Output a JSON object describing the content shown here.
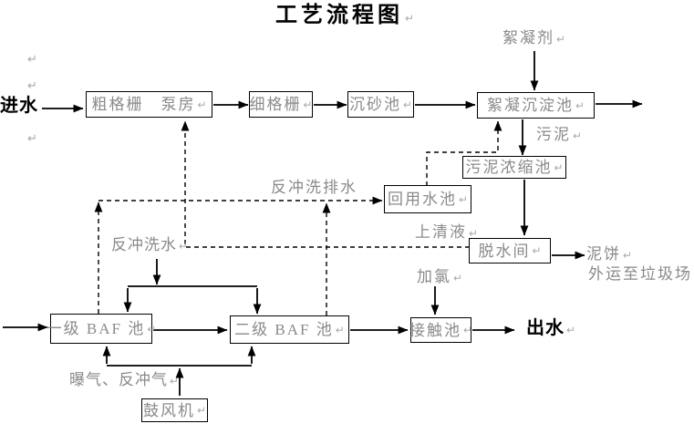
{
  "title": "工艺流程图",
  "return_mark": "↵",
  "colors": {
    "line": "#000000",
    "box_border": "#000000",
    "box_text": "#8a8a8a",
    "flow_label_text": "#8a8a8a",
    "strong_text": "#000000",
    "format_mark": "#aaaaaa"
  },
  "nodes": {
    "coarse_screen_pump_house": "粗格栅　泵房",
    "fine_screen": "细格栅",
    "grit_chamber": "沉砂池",
    "flocculation_sedimentation_tank": "絮凝沉淀池",
    "sludge_thickening_tank": "污泥浓缩池",
    "reuse_water_tank": "回用水池",
    "dewatering_room": "脱水间",
    "baf_stage_1": "一级 BAF 池",
    "baf_stage_2": "二级 BAF 池",
    "contact_tank": "接触池",
    "blower": "鼓风机"
  },
  "labels": {
    "influent": "进水",
    "effluent": "出水",
    "flocculant": "絮凝剂",
    "sludge": "污泥",
    "backwash_drain": "反冲洗排水",
    "supernatant": "上清液",
    "backwash_water": "反冲洗水",
    "mud_cake": "泥饼",
    "landfill": "外运至垃圾场",
    "chlorination": "加氯",
    "aeration_backwash_air": "曝气、反冲气"
  },
  "edges": [
    {
      "from": "进水",
      "to": "粗格栅 泵房",
      "style": "solid"
    },
    {
      "from": "粗格栅 泵房",
      "to": "细格栅",
      "style": "solid"
    },
    {
      "from": "细格栅",
      "to": "沉砂池",
      "style": "solid"
    },
    {
      "from": "沉砂池",
      "to": "絮凝沉淀池",
      "style": "solid"
    },
    {
      "from": "絮凝沉淀池",
      "to": "出流(右侧)",
      "style": "solid"
    },
    {
      "from": "絮凝剂",
      "to": "絮凝沉淀池",
      "style": "solid"
    },
    {
      "from": "絮凝沉淀池",
      "to": "污泥浓缩池",
      "label": "污泥",
      "style": "solid"
    },
    {
      "from": "污泥浓缩池",
      "to": "脱水间",
      "style": "solid"
    },
    {
      "from": "脱水间",
      "to": "泥饼 外运至垃圾场",
      "style": "solid"
    },
    {
      "from": "脱水间",
      "to": "粗格栅 泵房",
      "label": "上清液 / 反冲洗水",
      "style": "dashed"
    },
    {
      "from": "反冲洗水",
      "to": "一级 BAF 池 / 二级 BAF 池",
      "style": "solid"
    },
    {
      "from": "一级 BAF 池",
      "to": "回用水池",
      "label": "反冲洗排水",
      "style": "dashed"
    },
    {
      "from": "二级 BAF 池",
      "to": "回用水池",
      "label": "反冲洗排水",
      "style": "dashed"
    },
    {
      "from": "回用水池",
      "to": "絮凝沉淀池",
      "style": "dashed"
    },
    {
      "from": "进流(左侧)",
      "to": "一级 BAF 池",
      "style": "solid"
    },
    {
      "from": "一级 BAF 池",
      "to": "二级 BAF 池",
      "style": "solid"
    },
    {
      "from": "二级 BAF 池",
      "to": "接触池",
      "style": "solid"
    },
    {
      "from": "加氯",
      "to": "接触池",
      "style": "solid"
    },
    {
      "from": "接触池",
      "to": "出水",
      "style": "solid"
    },
    {
      "from": "鼓风机",
      "to": "一级 BAF 池 / 二级 BAF 池",
      "label": "曝气、反冲气",
      "style": "solid"
    }
  ]
}
